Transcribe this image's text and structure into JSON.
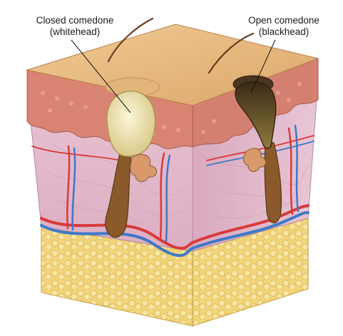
{
  "labels": {
    "closed": {
      "line1": "Closed comedone",
      "line2": "(whitehead)"
    },
    "open": {
      "line1": "Open comedone",
      "line2": "(blackhead)"
    }
  },
  "colors": {
    "skin_top": "#e9bd83",
    "epidermis": "#d98472",
    "dermis_front": "#e7bfd0",
    "dermis_side": "#dcb0c4",
    "fat": "#f4dc83",
    "artery": "#d83a3a",
    "vein": "#3d79c7",
    "whitehead": "#f3eab8",
    "blackhead": "#5a4121",
    "follicle": "#8a5a2b"
  }
}
